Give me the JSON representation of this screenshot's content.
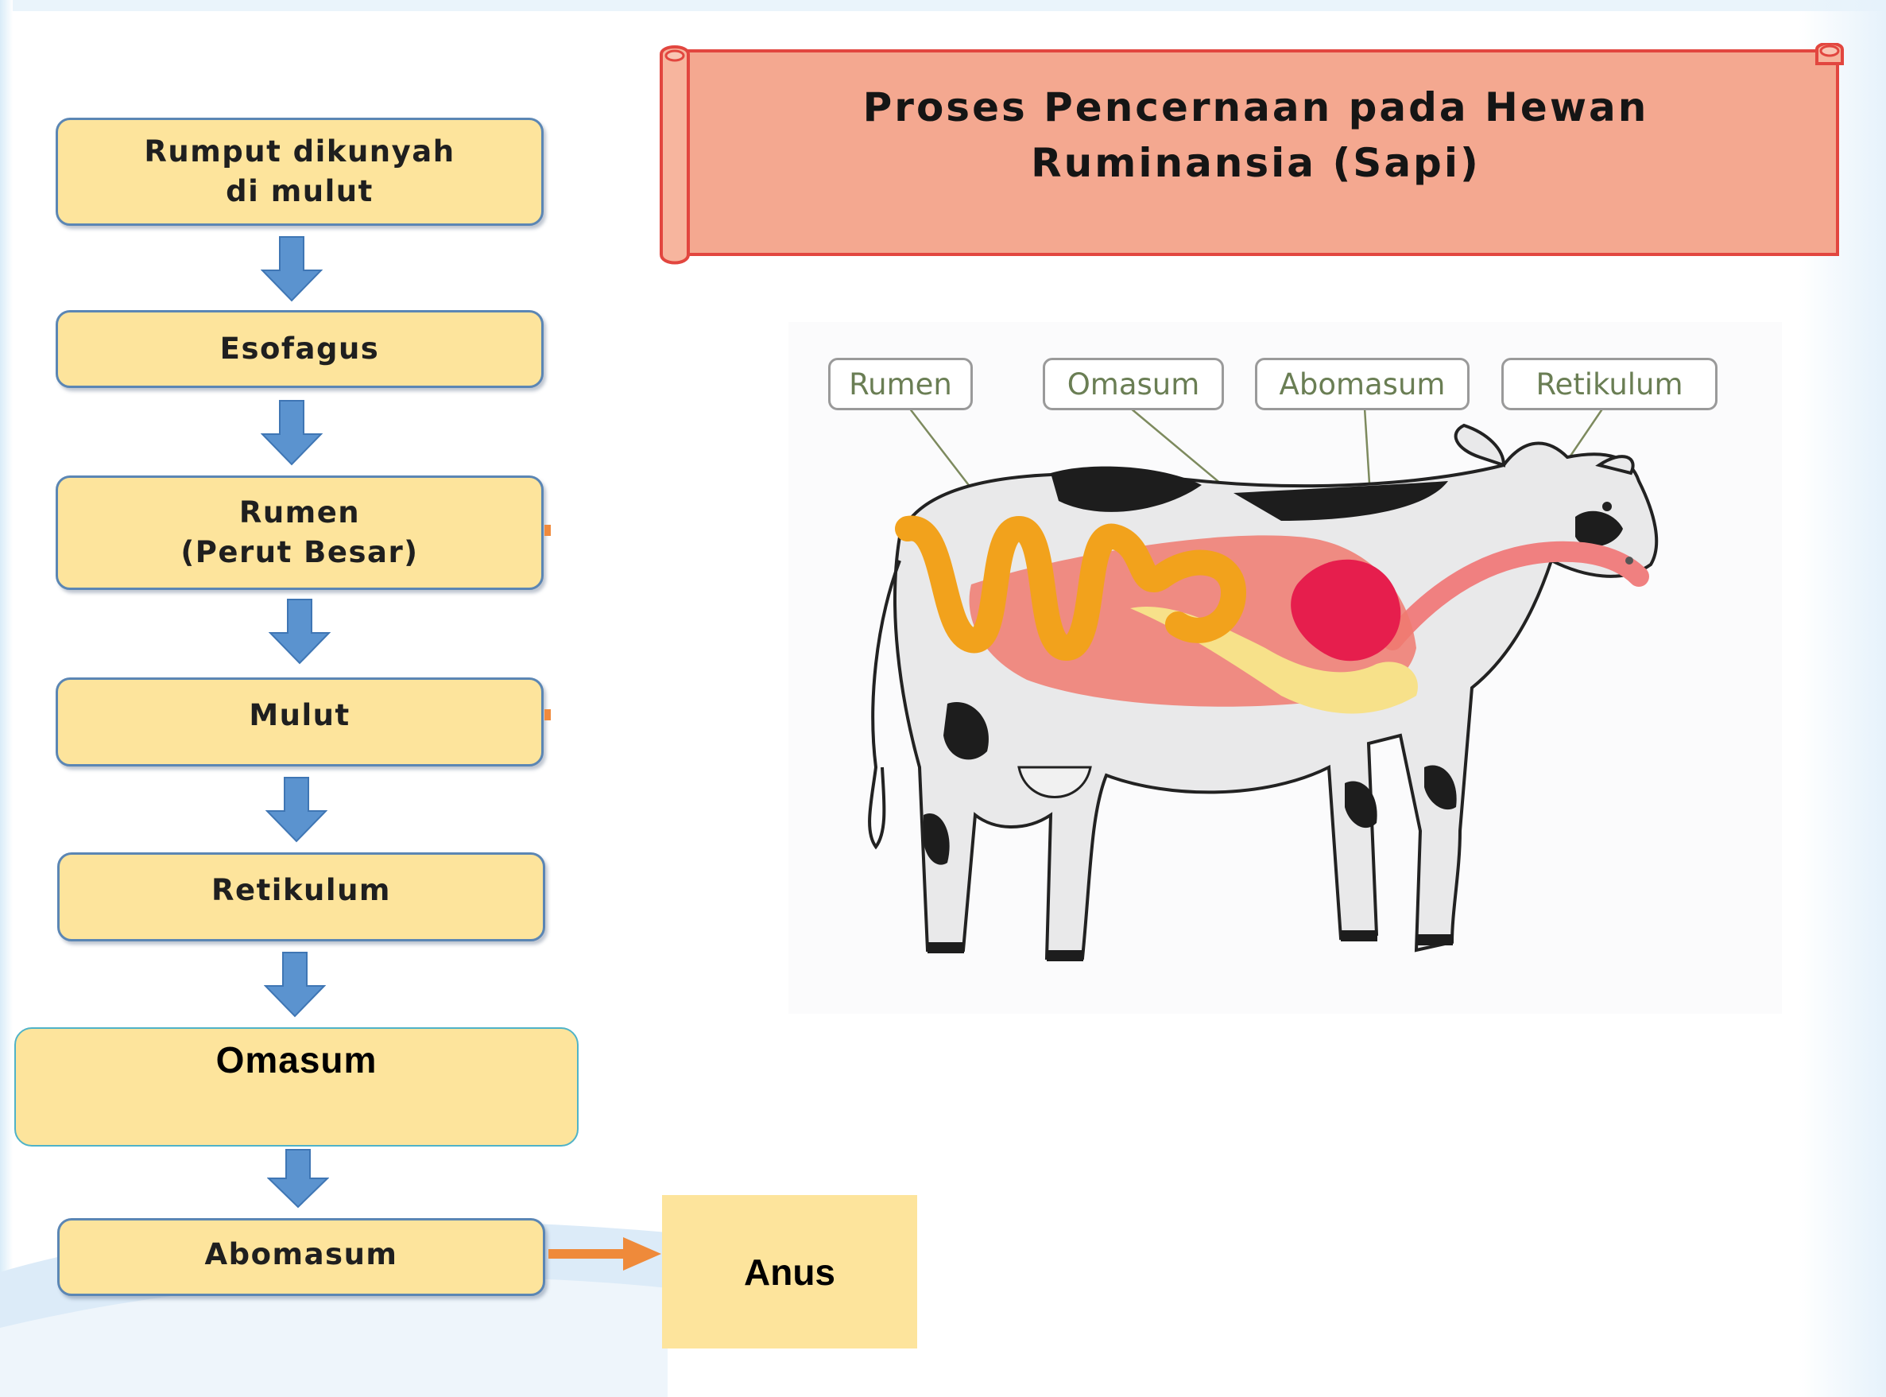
{
  "title": "Proses Pencernaan pada Hewan\nRuminansia (Sapi)",
  "flow": [
    {
      "label": "Rumput dikunyah\ndi mulut"
    },
    {
      "label": "Esofagus"
    },
    {
      "label": "Rumen\n(Perut Besar)"
    },
    {
      "label": "Mulut"
    },
    {
      "label": "Retikulum"
    },
    {
      "label": "Omasum"
    },
    {
      "label": "Abomasum"
    }
  ],
  "end_box": "Anus",
  "diagram_labels": [
    "Rumen",
    "Omasum",
    "Abomasum",
    "Retikulum"
  ],
  "colors": {
    "box_fill": "#fde49c",
    "box_border": "#5b86b4",
    "down_arrow": "#5b93cf",
    "side_arrow": "#ef8a3a",
    "banner_fill": "#f4a890",
    "banner_border": "#e2463f"
  }
}
